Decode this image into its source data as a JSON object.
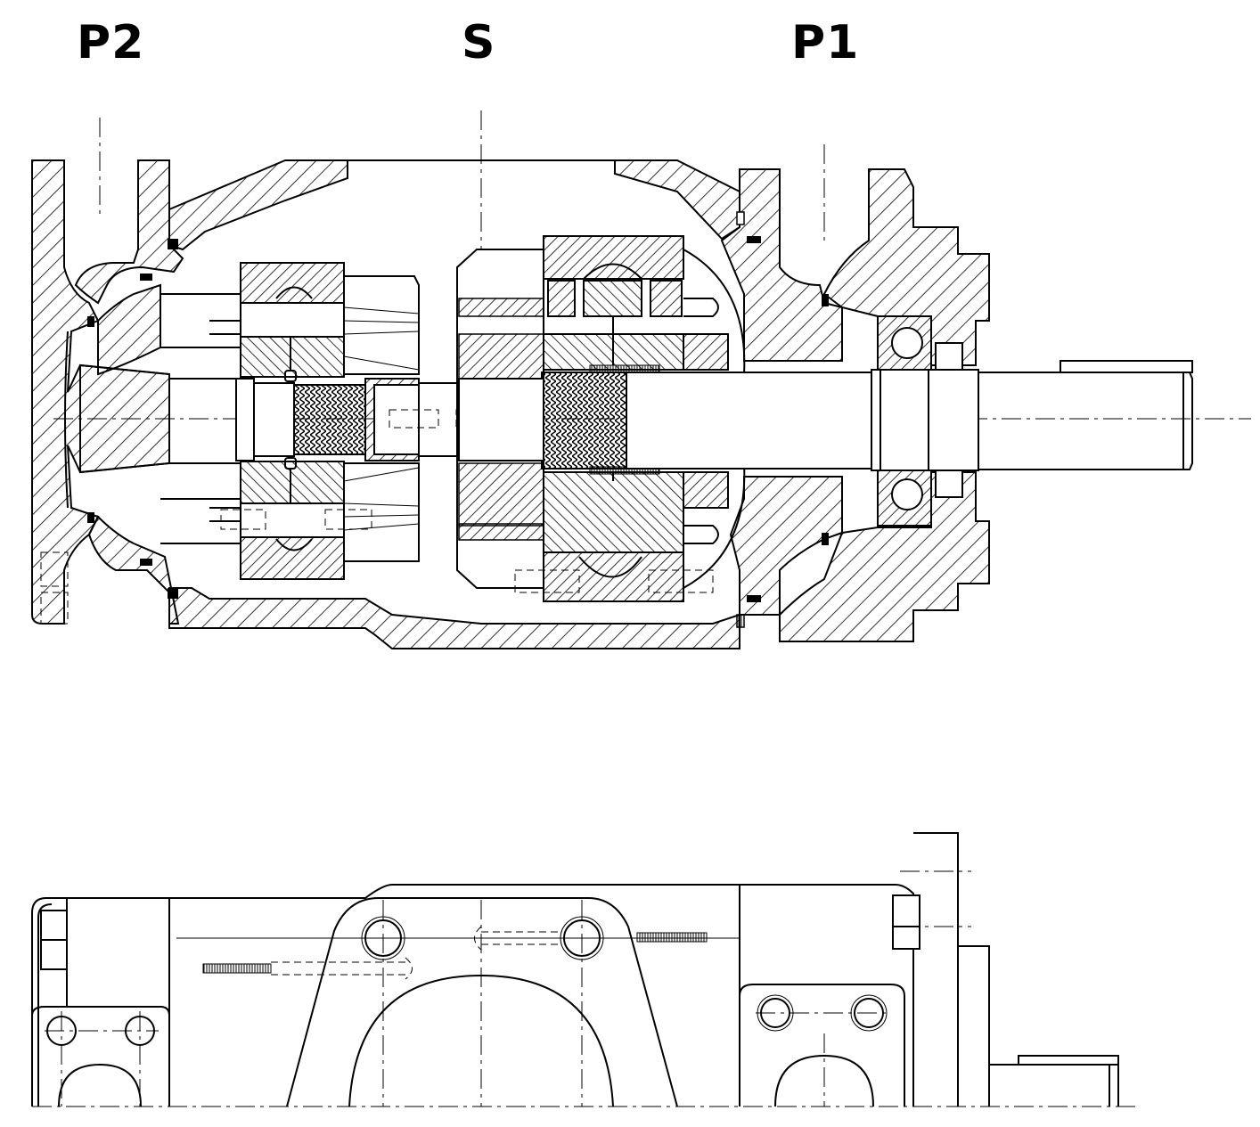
{
  "diagram": {
    "labels": {
      "p2": "P2",
      "s": "S",
      "p1": "P1"
    },
    "colors": {
      "ink": "#000000",
      "background": "#ffffff"
    },
    "views": [
      "sectional-view",
      "side-elevation-view"
    ]
  }
}
